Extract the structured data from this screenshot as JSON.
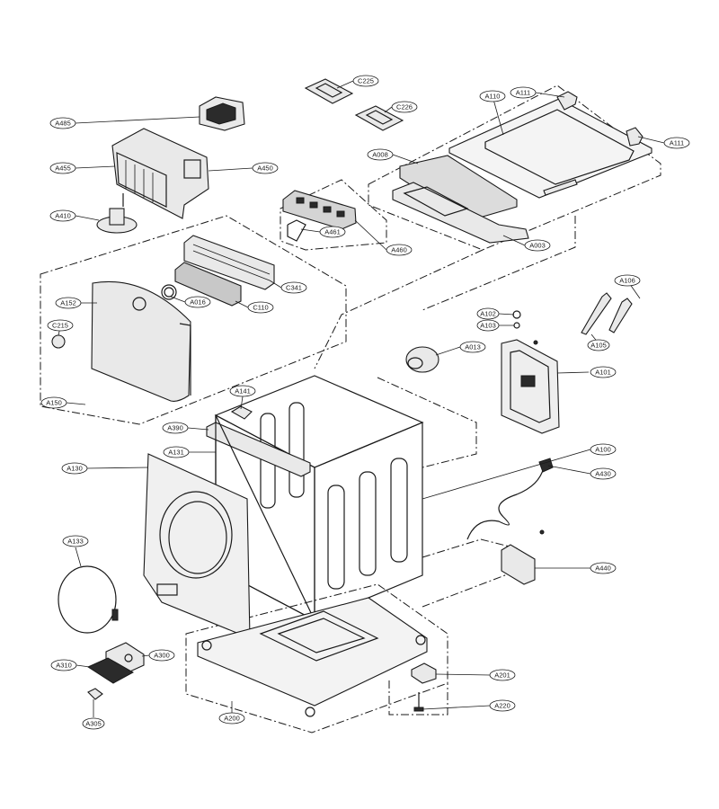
{
  "labels": {
    "A485": "A485",
    "A455": "A455",
    "A450": "A450",
    "A410": "A410",
    "C225": "C225",
    "C226": "C226",
    "A461": "A461",
    "A460": "A460",
    "A110": "A110",
    "A111a": "A111",
    "A111b": "A111",
    "A008": "A008",
    "A003": "A003",
    "C341": "C341",
    "A016": "A016",
    "C110": "C110",
    "A152": "A152",
    "C215": "C215",
    "A150": "A150",
    "A106": "A106",
    "A102": "A102",
    "A103": "A103",
    "A105": "A105",
    "A013": "A013",
    "A101": "A101",
    "A141": "A141",
    "A390": "A390",
    "A131": "A131",
    "A130": "A130",
    "A100": "A100",
    "A430": "A430",
    "A133": "A133",
    "A440": "A440",
    "A310": "A310",
    "A300": "A300",
    "A201a": "A201",
    "A220": "A220",
    "A305": "A305",
    "A200": "A200"
  }
}
